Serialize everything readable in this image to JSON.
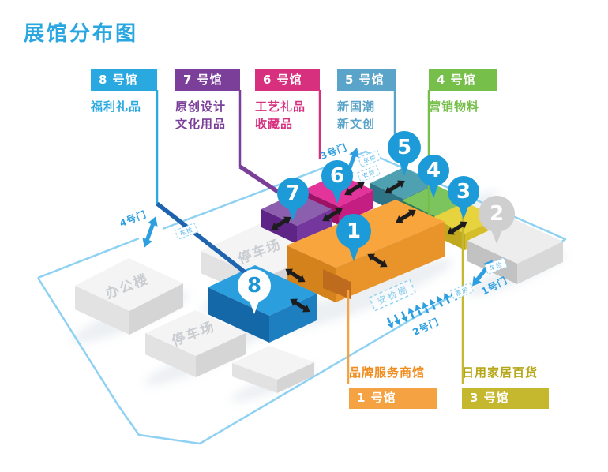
{
  "title": "展馆分布图",
  "colors": {
    "accent": "#2AA7E1",
    "hall1": "#F5A243",
    "hall2": "#D9D9D9",
    "hall3": "#C5B72E",
    "hall4": "#76BF4B",
    "hall5": "#5BA4C9",
    "hall6": "#D6307F",
    "hall7": "#7B3F9A",
    "hall8": "#29A9E0",
    "pin_blue": "#1D9BD8",
    "boundary_blue": "#8ED1F2"
  },
  "legend_top": [
    {
      "name": "8 号馆",
      "lines": [
        "福利礼品"
      ]
    },
    {
      "name": "7 号馆",
      "lines": [
        "原创设计",
        "文化用品"
      ]
    },
    {
      "name": "6 号馆",
      "lines": [
        "工艺礼品",
        "收藏品"
      ]
    },
    {
      "name": "5 号馆",
      "lines": [
        "新国潮",
        "新文创"
      ]
    },
    {
      "name": "4 号馆",
      "lines": [
        "营销物料"
      ]
    }
  ],
  "legend_bottom": [
    {
      "desc": "品牌服务商馆",
      "name": "1 号馆"
    },
    {
      "desc": "日用家居百货",
      "name": "3 号馆"
    }
  ],
  "map": {
    "buildings": {
      "office": "办公楼",
      "parking": "停车场"
    },
    "gates": {
      "g1": "1号门",
      "g2": "2号门",
      "g3": "3号门",
      "g4": "4号门"
    },
    "checkpoints": {
      "security_shed": "安检棚",
      "vehicle_check": "车检",
      "security_check": "安检",
      "ticket_office": "票房"
    },
    "pins": [
      "1",
      "2",
      "3",
      "4",
      "5",
      "6",
      "7",
      "8"
    ]
  }
}
